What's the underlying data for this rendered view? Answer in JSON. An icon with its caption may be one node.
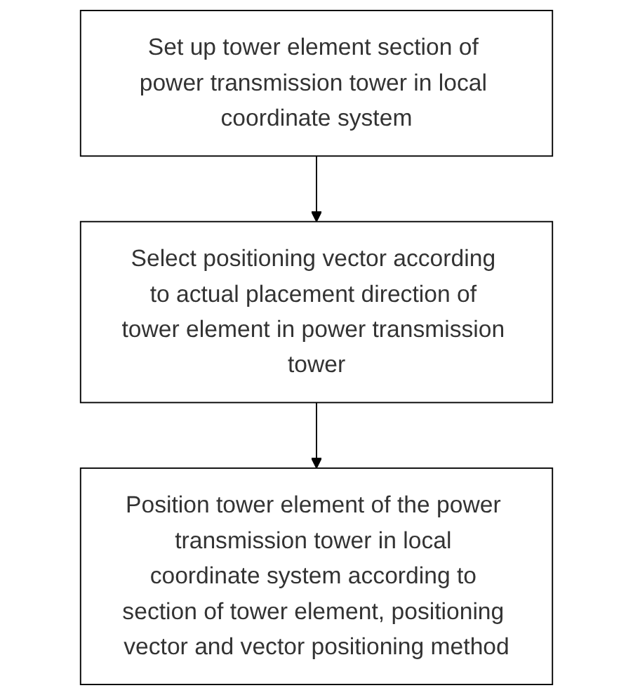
{
  "diagram": {
    "nodes": [
      {
        "text": [
          "Set up tower element section of power transmission tower in local coordinate system"
        ]
      },
      {
        "text": [
          "Select positioning vector according to actual placement direction of tower element in power transmission tower"
        ]
      },
      {
        "text": [
          "Position tower element of the power transmission tower in local coordinate system according to section of tower element, positioning vector and vector positioning method"
        ]
      }
    ],
    "edges": [
      {
        "from": 0,
        "to": 1,
        "arrow": "to"
      },
      {
        "from": 1,
        "to": 2,
        "arrow": "to"
      }
    ]
  }
}
